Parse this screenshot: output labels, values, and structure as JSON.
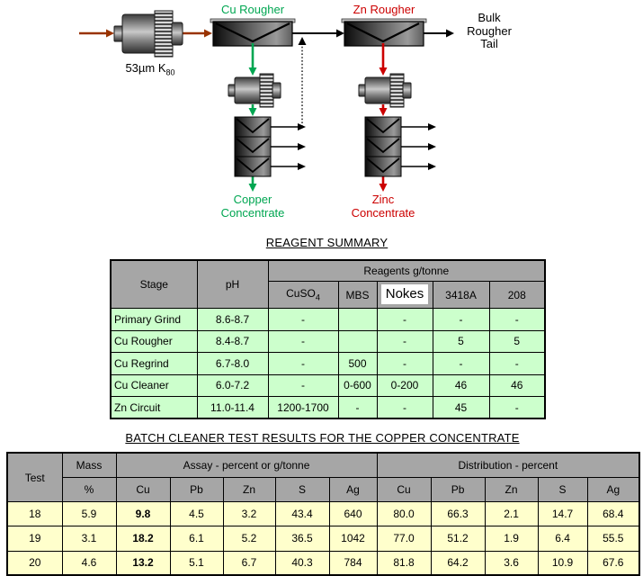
{
  "flowsheet": {
    "feed_grind_label": {
      "main": "53µm K",
      "sub": "80"
    },
    "cu_rougher_label": "Cu Rougher",
    "zn_rougher_label": "Zn Rougher",
    "bulk_rougher_tail_label": "Bulk\nRougher\nTail",
    "copper_concentrate_label": "Copper\nConcentrate",
    "zinc_concentrate_label": "Zinc\nConcentrate",
    "colors": {
      "copper_stream": "#00a651",
      "zinc_stream": "#cc0000",
      "feed_stream": "#993300",
      "tail_stream": "#000000"
    }
  },
  "reagent_summary": {
    "title": "REAGENT SUMMARY",
    "headers": {
      "stage": "Stage",
      "ph": "pH",
      "reagents_group": "Reagents g/tonne",
      "cuso4_main": "CuSO",
      "cuso4_sub": "4",
      "mbs": "MBS",
      "nokes": "Nokes",
      "r3418a": "3418A",
      "r208": "208"
    },
    "rows": [
      [
        "Primary Grind",
        "8.6-8.7",
        "-",
        "",
        "-",
        "-",
        "-"
      ],
      [
        "Cu Rougher",
        "8.4-8.7",
        "-",
        "",
        "-",
        "5",
        "5"
      ],
      [
        "Cu Regrind",
        "6.7-8.0",
        "-",
        "500",
        "-",
        "-",
        "-"
      ],
      [
        "Cu Cleaner",
        "6.0-7.2",
        "-",
        "0-600",
        "0-200",
        "46",
        "46"
      ],
      [
        "Zn Circuit",
        "11.0-11.4",
        "1200-1700",
        "-",
        "-",
        "45",
        "-"
      ]
    ]
  },
  "batch_cleaner_results": {
    "title": "BATCH CLEANER TEST RESULTS FOR THE COPPER CONCENTRATE",
    "headers": {
      "test": "Test",
      "mass": "Mass",
      "mass_unit": "%",
      "assay_group": "Assay - percent or g/tonne",
      "distribution_group": "Distribution - percent",
      "assay_cols": [
        "Cu",
        "Pb",
        "Zn",
        "S",
        "Ag"
      ],
      "distribution_cols": [
        "Cu",
        "Pb",
        "Zn",
        "S",
        "Ag"
      ]
    },
    "rows": [
      [
        "18",
        "5.9",
        "9.8",
        "4.5",
        "3.2",
        "43.4",
        "640",
        "80.0",
        "66.3",
        "2.1",
        "14.7",
        "68.4"
      ],
      [
        "19",
        "3.1",
        "18.2",
        "6.1",
        "5.2",
        "36.5",
        "1042",
        "77.0",
        "51.2",
        "1.9",
        "6.4",
        "55.5"
      ],
      [
        "20",
        "4.6",
        "13.2",
        "5.1",
        "6.7",
        "40.3",
        "784",
        "81.8",
        "64.2",
        "3.6",
        "10.9",
        "67.6"
      ]
    ]
  }
}
